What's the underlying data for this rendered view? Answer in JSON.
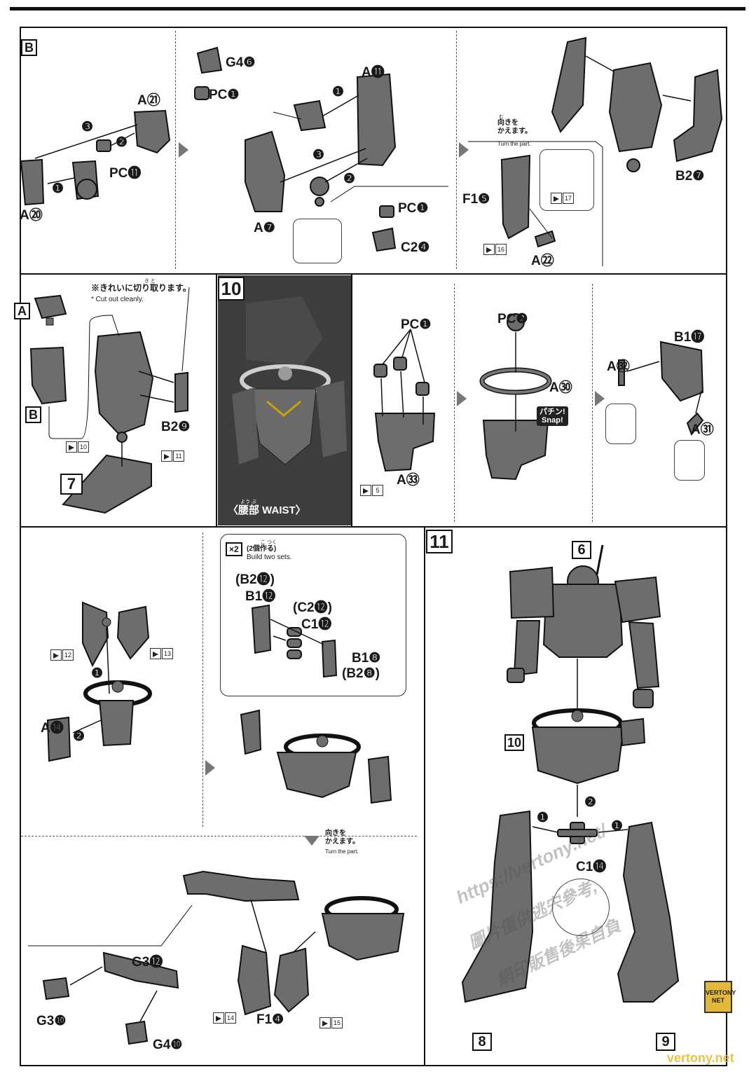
{
  "steps": {
    "b_box": "B",
    "a_box": "A",
    "b_box2": "B",
    "step10": "10",
    "step11": "11",
    "ref7": "7",
    "ref6": "6",
    "ref10": "10",
    "ref8": "8",
    "ref9": "9"
  },
  "parts": {
    "a21": "A㉑",
    "a20": "A⑳",
    "pc11": "PC⓫",
    "g46": "G4❻",
    "pc1a": "PC❶",
    "a11": "A⓫",
    "a7": "A❼",
    "pc1b": "PC❶",
    "c24": "C2❹",
    "f15": "F1❺",
    "a22": "A㉒",
    "b27": "B2❼",
    "b29": "B2❾",
    "pc1c": "PC❶",
    "a33": "A㉝",
    "pc2": "PC❷",
    "a30": "A㉚",
    "a32": "A㉜",
    "b117": "B1⓱",
    "a31": "A㉛",
    "a14": "A⓮",
    "b212_paren": "(B2⓬)",
    "b112": "B1⓬",
    "c212_paren": "(C2⓬)",
    "c112": "C1⓬",
    "b18": "B1❽",
    "b28_paren": "(B2❽)",
    "g312": "G3⓬",
    "g310": "G3❿",
    "g410": "G4❿",
    "f14": "F1❹",
    "c114": "C1⓮"
  },
  "text": {
    "turn_jp": "向きを\nかえます。",
    "turn_en": "Turn the part.",
    "turn_ruby": "む",
    "turn2_jp": "向きを\nかえます。",
    "turn2_en": "Turn the part.",
    "cut_jp": "※きれいに切り取ります。",
    "cut_en": "* Cut out cleanly.",
    "cut_ruby": "き    と",
    "snap_jp": "パチン!",
    "snap_en": "Snap!",
    "waist_ruby": "よう  ぶ",
    "waist": "〈腰部 WAIST〉",
    "x2": "×2",
    "two_sets_jp": "(2個作る)",
    "two_sets_ruby": "こ つく",
    "two_sets_en": "Build two sets."
  },
  "stickers": [
    "17",
    "16",
    "10",
    "11",
    "5",
    "12",
    "13",
    "14",
    "15"
  ],
  "callouts": [
    "❶",
    "❷",
    "❸"
  ],
  "watermark": {
    "url": "https://vertony.net/",
    "cn1": "圖片僅供逃宍參考,",
    "cn2": "網印販售後果自負",
    "footer": "vertony.net",
    "badge": "VERTONY NET"
  },
  "colors": {
    "ink": "#111111",
    "paper": "#ffffff",
    "part_gray": "#6d6d6d",
    "photo_bg": "#3d3d3d",
    "badge": "#e3b93a"
  }
}
